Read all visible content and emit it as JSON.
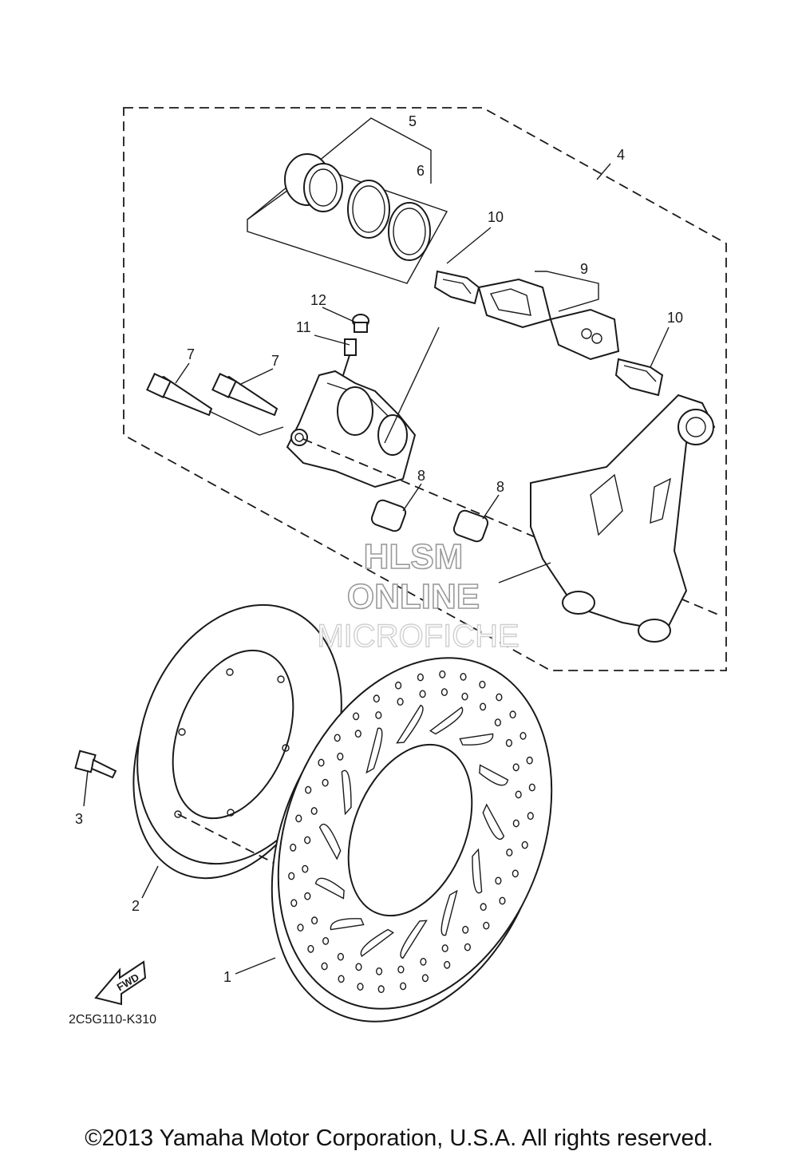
{
  "callouts": {
    "c1": "1",
    "c2": "2",
    "c3": "3",
    "c4": "4",
    "c5": "5",
    "c6": "6",
    "c7a": "7",
    "c7b": "7",
    "c8a": "8",
    "c8b": "8",
    "c9": "9",
    "c10a": "10",
    "c10b": "10",
    "c11": "11",
    "c12": "12"
  },
  "fwd_label": "FWD",
  "drawing_code": "2C5G110-K310",
  "watermark": {
    "line1": "HLSM",
    "line2": "ONLINE",
    "line3": "MICROFICHE"
  },
  "copyright": "©2013 Yamaha Motor Corporation, U.S.A. All rights reserved."
}
